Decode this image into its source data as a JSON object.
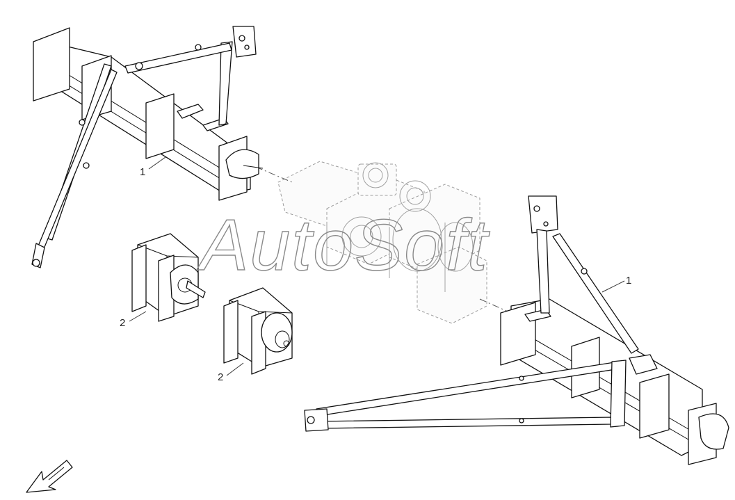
{
  "callouts": [
    {
      "id": "c1a",
      "label": "1"
    },
    {
      "id": "c1b",
      "label": "1"
    },
    {
      "id": "c2a",
      "label": "2"
    },
    {
      "id": "c2b",
      "label": "2"
    }
  ],
  "watermark": {
    "text": "AutoSoft"
  },
  "icons": {
    "direction_arrow": "arrow-down-left-icon"
  }
}
